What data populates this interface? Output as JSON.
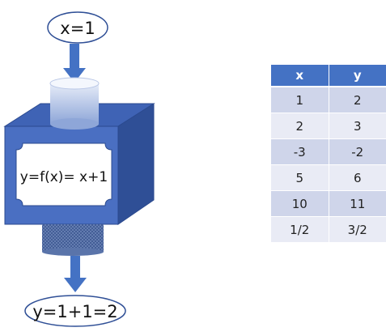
{
  "machine": {
    "input_label": "x=1",
    "function_label": "y=f(x)= x+1",
    "output_label": "y=1+1=2"
  },
  "table": {
    "headers": [
      "x",
      "y"
    ],
    "rows": [
      [
        "1",
        "2"
      ],
      [
        "2",
        "3"
      ],
      [
        "-3",
        "-2"
      ],
      [
        "5",
        "6"
      ],
      [
        "10",
        "11"
      ],
      [
        "1/2",
        "3/2"
      ]
    ]
  },
  "colors": {
    "accent": "#4472c4",
    "box_front": "#4a6fc2",
    "box_top": "#3f63b5",
    "box_side": "#2f4f96",
    "table_row_odd": "#cfd5ea",
    "table_row_even": "#e9ebf5"
  }
}
